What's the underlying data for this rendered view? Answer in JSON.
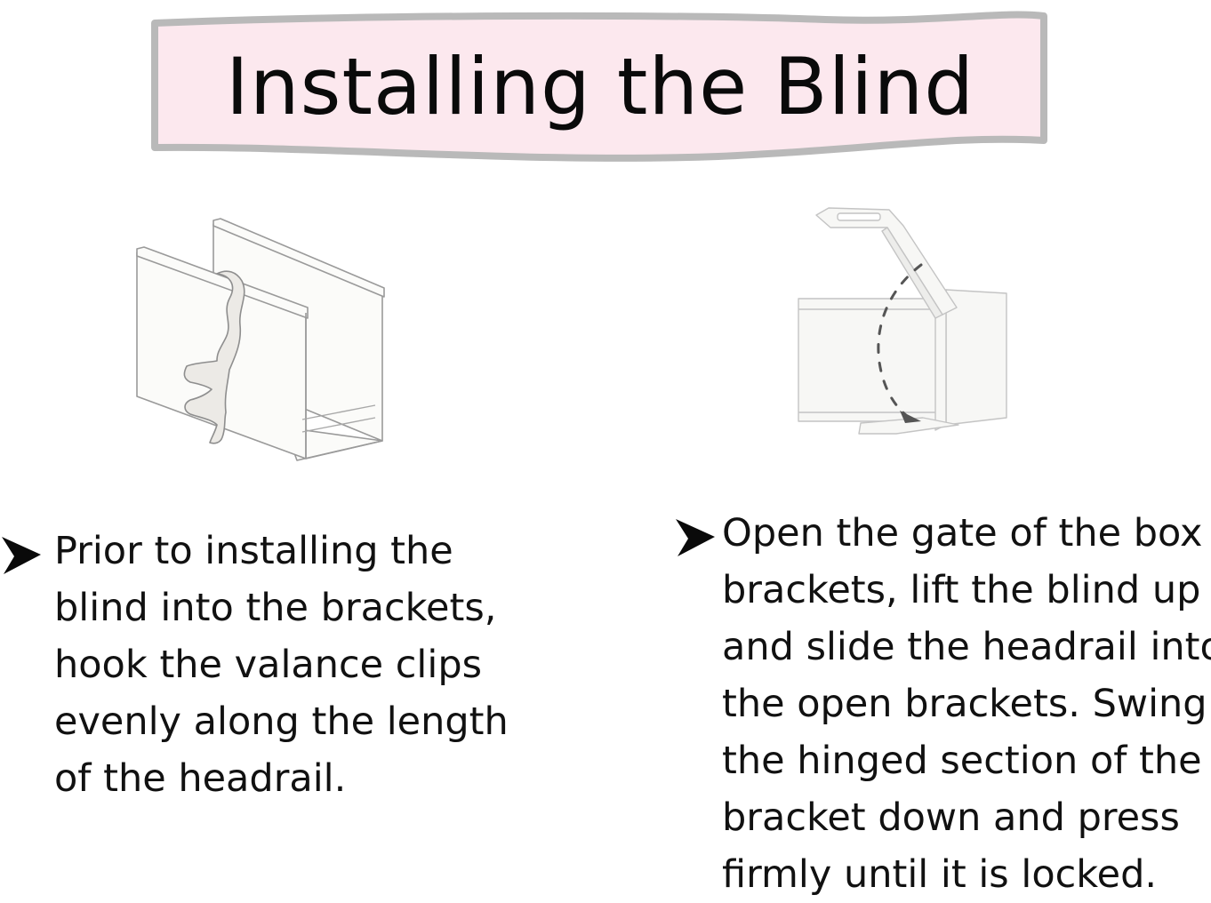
{
  "banner": {
    "title": "Installing the Blind",
    "fill_color": "#fce8ee",
    "border_color": "#b9b9b9"
  },
  "steps": [
    {
      "illustration_icon": "valance-clip-headrail-icon",
      "bullet_icon": "arrowhead-bullet-icon",
      "lines": [
        "Prior to installing the",
        "blind into the brackets,",
        "hook the valance clips",
        "evenly along the length",
        "of the headrail."
      ]
    },
    {
      "illustration_icon": "box-bracket-gate-icon",
      "bullet_icon": "arrowhead-bullet-icon",
      "lines": [
        "Open the gate of the box",
        "brackets, lift the blind up",
        "and slide the headrail into",
        "the open brackets. Swing",
        "the hinged section of the",
        "bracket down and press",
        "firmly until it is locked."
      ]
    }
  ]
}
